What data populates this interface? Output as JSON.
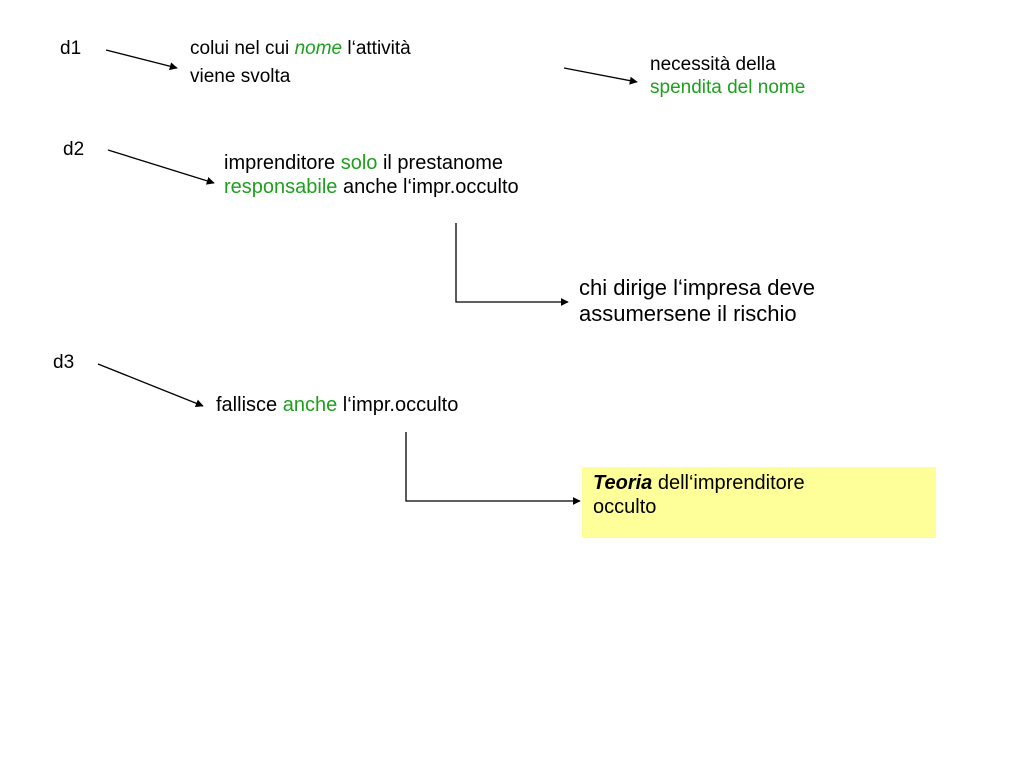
{
  "rows": {
    "d1": {
      "label": "d1",
      "line1": {
        "before": "colui nel cui ",
        "emph": "nome",
        "after": " l‘attività"
      },
      "line2": "viene svolta",
      "result": {
        "line1": "necessità della",
        "line2": "spendita del nome"
      }
    },
    "d2": {
      "label": "d2",
      "line1": {
        "before": "imprenditore ",
        "emph": "solo",
        "after": " il prestanome"
      },
      "line2": {
        "emph": "responsabile",
        "after": " anche l‘impr.occulto"
      },
      "result": {
        "line1": "chi dirige l‘impresa deve",
        "line2": "assumersene il rischio"
      }
    },
    "d3": {
      "label": "d3",
      "line1": {
        "before": "fallisce ",
        "emph": "anche",
        "after": " l‘impr.occulto"
      },
      "result": {
        "emph": "Teoria",
        "line1_after": " dell‘imprenditore",
        "line2": "occulto"
      }
    }
  },
  "colors": {
    "highlight": "#1ea01e",
    "box_fill": "#ffff99",
    "text": "#000000"
  }
}
